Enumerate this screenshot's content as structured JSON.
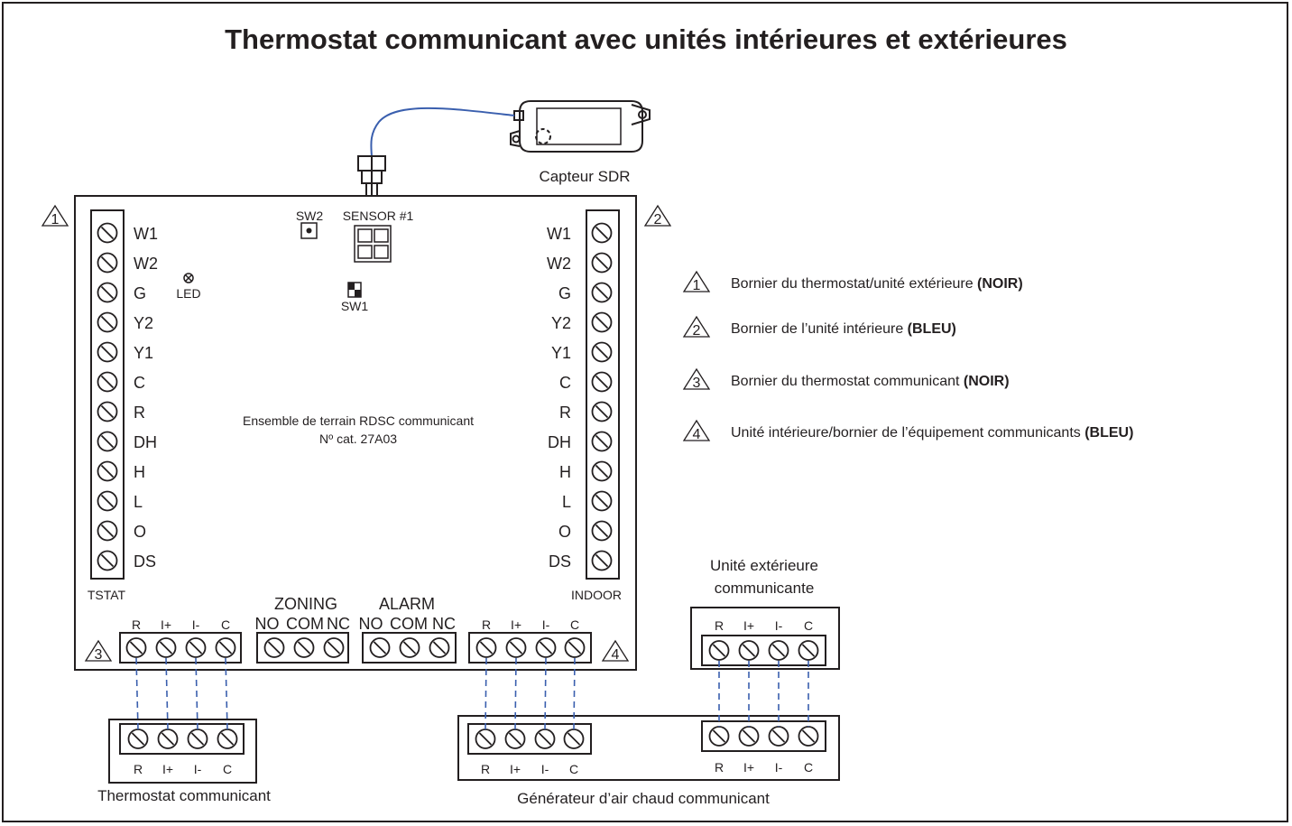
{
  "title": "Thermostat communicant avec unités intérieures et extérieures",
  "sensor_label": "Capteur SDR",
  "board": {
    "sw2": "SW2",
    "sensor": "SENSOR #1",
    "sw1": "SW1",
    "led": "LED",
    "name_line1": "Ensemble de terrain RDSC communicant",
    "name_line2": "Nº cat. 27A03"
  },
  "tstat_block": {
    "label": "TSTAT",
    "terminals": [
      "W1",
      "W2",
      "G",
      "Y2",
      "Y1",
      "C",
      "R",
      "DH",
      "H",
      "L",
      "O",
      "DS"
    ]
  },
  "indoor_block": {
    "label": "INDOOR",
    "terminals": [
      "W1",
      "W2",
      "G",
      "Y2",
      "Y1",
      "C",
      "R",
      "DH",
      "H",
      "L",
      "O",
      "DS"
    ]
  },
  "bottom": {
    "comm_terminals": [
      "R",
      "I+",
      "I-",
      "C"
    ],
    "zoning_label": "ZONING",
    "zoning_terminals": [
      "NO",
      "COM",
      "NC"
    ],
    "alarm_label": "ALARM",
    "alarm_terminals": [
      "NO",
      "COM",
      "NC"
    ]
  },
  "markers": {
    "m1": "1",
    "m2": "2",
    "m3": "3",
    "m4": "4"
  },
  "legend": [
    {
      "num": "1",
      "text": "Bornier du thermostat/unité extérieure ",
      "bold": "(NOIR)"
    },
    {
      "num": "2",
      "text": "Bornier de l’unité intérieure ",
      "bold": "(BLEU)"
    },
    {
      "num": "3",
      "text": "Bornier du thermostat communicant ",
      "bold": "(NOIR)"
    },
    {
      "num": "4",
      "text": "Unité intérieure/bornier de l’équipement communicants ",
      "bold": "(BLEU)"
    }
  ],
  "outdoor_unit": {
    "line1": "Unité extérieure",
    "line2": "communicante",
    "terminals": [
      "R",
      "I+",
      "I-",
      "C"
    ]
  },
  "thermostat": {
    "label": "Thermostat communicant",
    "terminals": [
      "R",
      "I+",
      "I-",
      "C"
    ]
  },
  "furnace": {
    "label": "Générateur d’air chaud communicant",
    "terminals": [
      "R",
      "I+",
      "I-",
      "C"
    ]
  },
  "colors": {
    "line": "#231f20",
    "wire": "#3a5fae"
  }
}
